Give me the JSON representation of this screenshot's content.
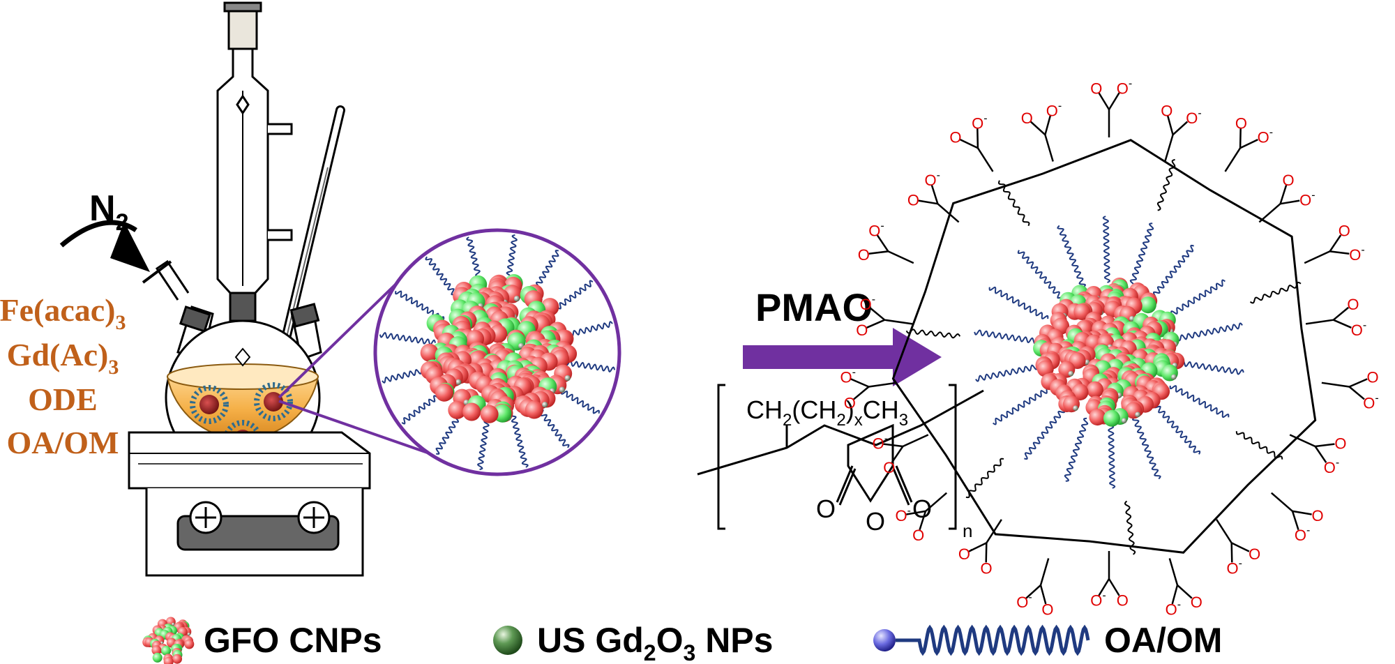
{
  "reagents": {
    "gas": "N",
    "gas_sub": "2",
    "lines": [
      {
        "base": "Fe(acac)",
        "sub": "3"
      },
      {
        "base": "Gd(Ac)",
        "sub": "3"
      },
      {
        "base": "ODE",
        "sub": ""
      },
      {
        "base": "OA/OM",
        "sub": ""
      }
    ]
  },
  "reaction": {
    "reagent": "PMAO",
    "polymer": {
      "p1": "CH",
      "s1": "2",
      "p2": "(CH",
      "s2": "2",
      "p3": ")",
      "s3": "x",
      "p4": "CH",
      "s4": "3",
      "o_left": "O",
      "o_ring": "O",
      "o_right": "O",
      "repeat": "n"
    }
  },
  "carboxylate": {
    "o": "O",
    "minus": "-"
  },
  "legend": {
    "gfo": "GFO CNPs",
    "gd_prefix": "US Gd",
    "gd_sub1": "2",
    "gd_mid": "O",
    "gd_sub2": "3",
    "gd_suffix": " NPs",
    "oa": "OA/OM"
  },
  "colors": {
    "reagent_text": "#C0601A",
    "arrow": "#7030A0",
    "circle_border": "#7030A0",
    "nanoparticle_red": "#F05050",
    "nanoparticle_green": "#50E060",
    "ligand": "#1F3A80",
    "oxygen_red": "#E00000"
  },
  "icons": [
    "reflux-condenser-icon",
    "thermometer-icon",
    "round-bottom-flask-icon",
    "hot-plate-icon",
    "nanoparticle-icon",
    "gd2o3-sphere-icon",
    "ligand-chain-icon"
  ]
}
